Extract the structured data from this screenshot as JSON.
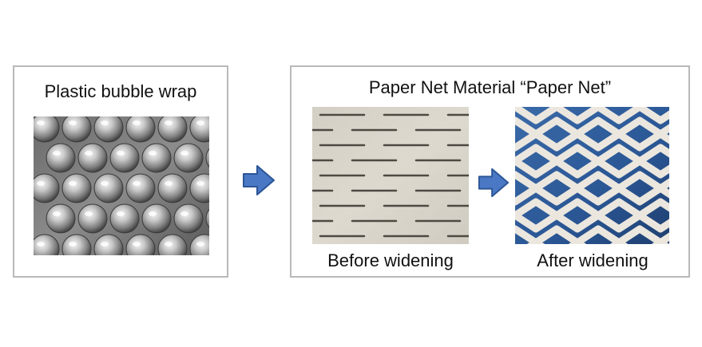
{
  "left_panel": {
    "title": "Plastic bubble wrap"
  },
  "right_panel": {
    "title": "Paper Net Material “Paper Net”",
    "before_caption": "Before widening",
    "after_caption": "After widening"
  },
  "icons": {
    "main_arrow": "right-arrow-icon",
    "inner_arrow": "right-arrow-icon"
  },
  "colors": {
    "arrow_fill": "#4a78c4",
    "arrow_stroke": "#2c5597",
    "border": "#b9b9b9",
    "paper": "#d9d5cb",
    "net_background": "#2e5f9e"
  }
}
